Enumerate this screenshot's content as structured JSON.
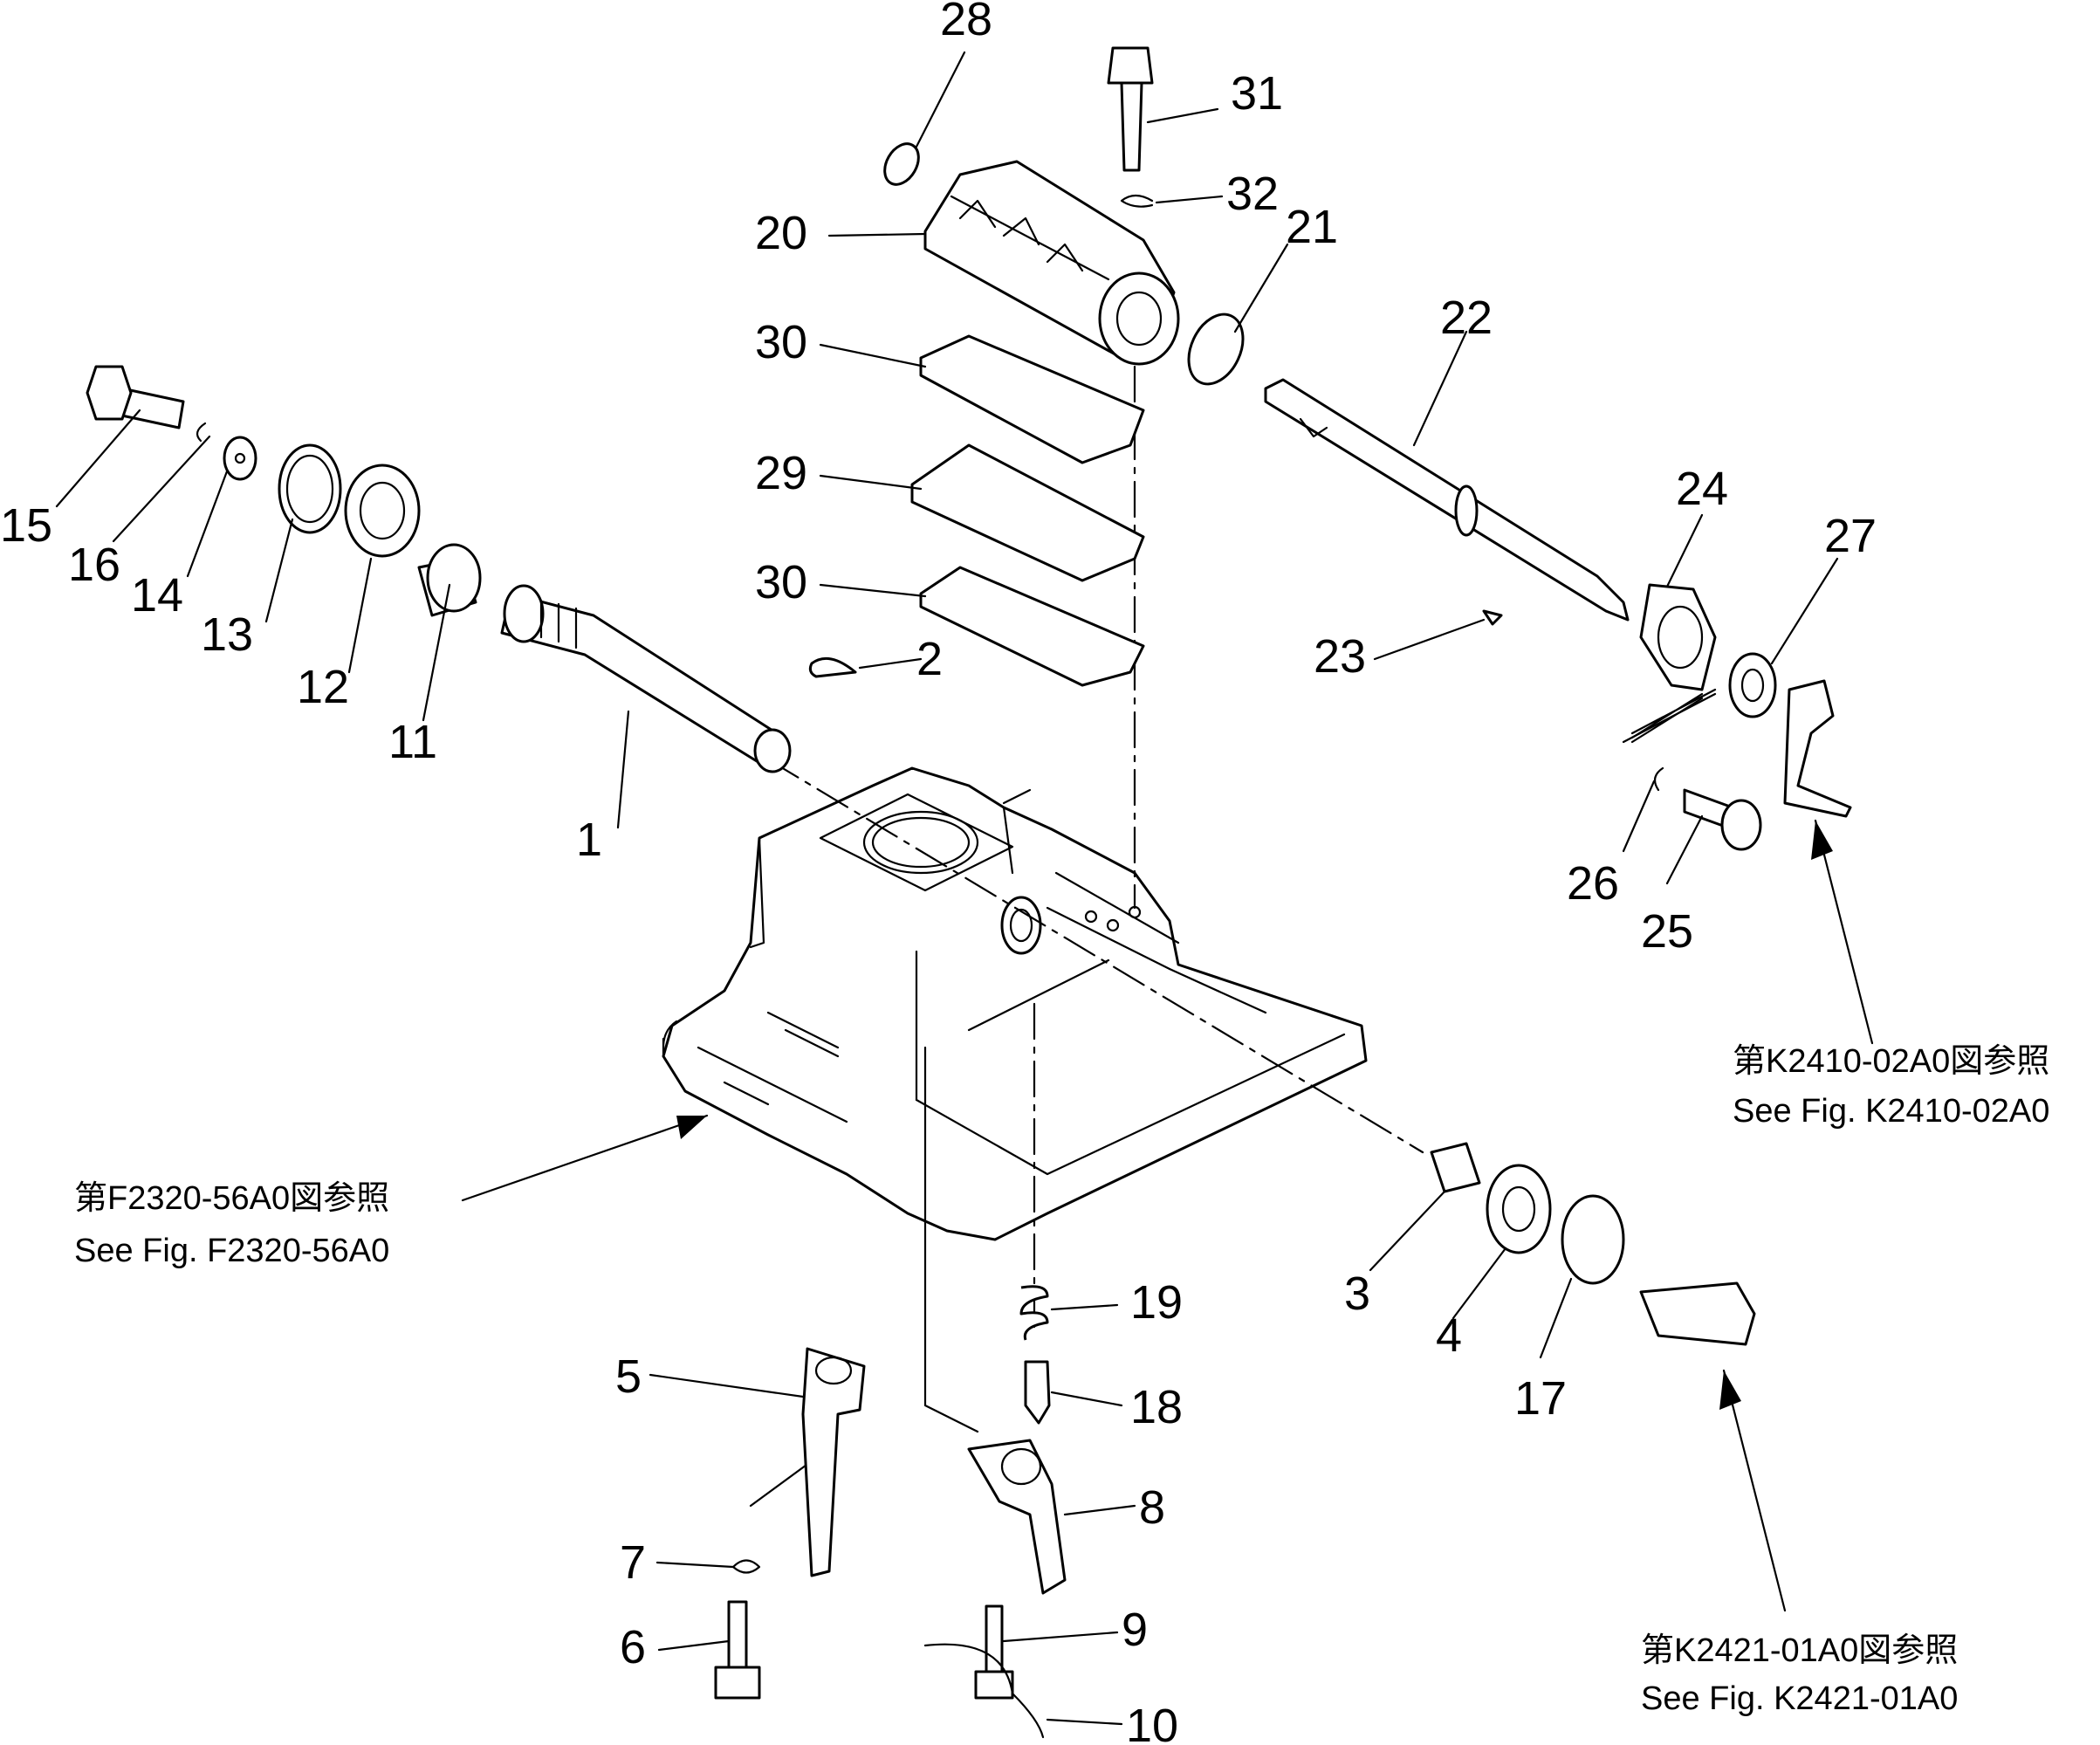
{
  "callouts": [
    {
      "id": "1",
      "label": "1"
    },
    {
      "id": "2",
      "label": "2"
    },
    {
      "id": "3",
      "label": "3"
    },
    {
      "id": "4",
      "label": "4"
    },
    {
      "id": "5",
      "label": "5"
    },
    {
      "id": "6",
      "label": "6"
    },
    {
      "id": "7",
      "label": "7"
    },
    {
      "id": "8",
      "label": "8"
    },
    {
      "id": "9",
      "label": "9"
    },
    {
      "id": "10",
      "label": "10"
    },
    {
      "id": "11",
      "label": "11"
    },
    {
      "id": "12",
      "label": "12"
    },
    {
      "id": "13",
      "label": "13"
    },
    {
      "id": "14",
      "label": "14"
    },
    {
      "id": "15",
      "label": "15"
    },
    {
      "id": "16",
      "label": "16"
    },
    {
      "id": "17",
      "label": "17"
    },
    {
      "id": "18",
      "label": "18"
    },
    {
      "id": "19",
      "label": "19"
    },
    {
      "id": "20",
      "label": "20"
    },
    {
      "id": "21",
      "label": "21"
    },
    {
      "id": "22",
      "label": "22"
    },
    {
      "id": "23",
      "label": "23"
    },
    {
      "id": "24",
      "label": "24"
    },
    {
      "id": "25",
      "label": "25"
    },
    {
      "id": "26",
      "label": "26"
    },
    {
      "id": "27",
      "label": "27"
    },
    {
      "id": "28",
      "label": "28"
    },
    {
      "id": "29",
      "label": "29"
    },
    {
      "id": "30a",
      "label": "30"
    },
    {
      "id": "30b",
      "label": "30"
    },
    {
      "id": "31",
      "label": "31"
    },
    {
      "id": "32",
      "label": "32"
    }
  ],
  "references": {
    "f2320": {
      "jp": "第F2320-56A0図参照",
      "en": "See Fig. F2320-56A0"
    },
    "k2410": {
      "jp": "第K2410-02A0図参照",
      "en": "See Fig. K2410-02A0"
    },
    "k2421": {
      "jp": "第K2421-01A0図参照",
      "en": "See Fig. K2421-01A0"
    }
  }
}
